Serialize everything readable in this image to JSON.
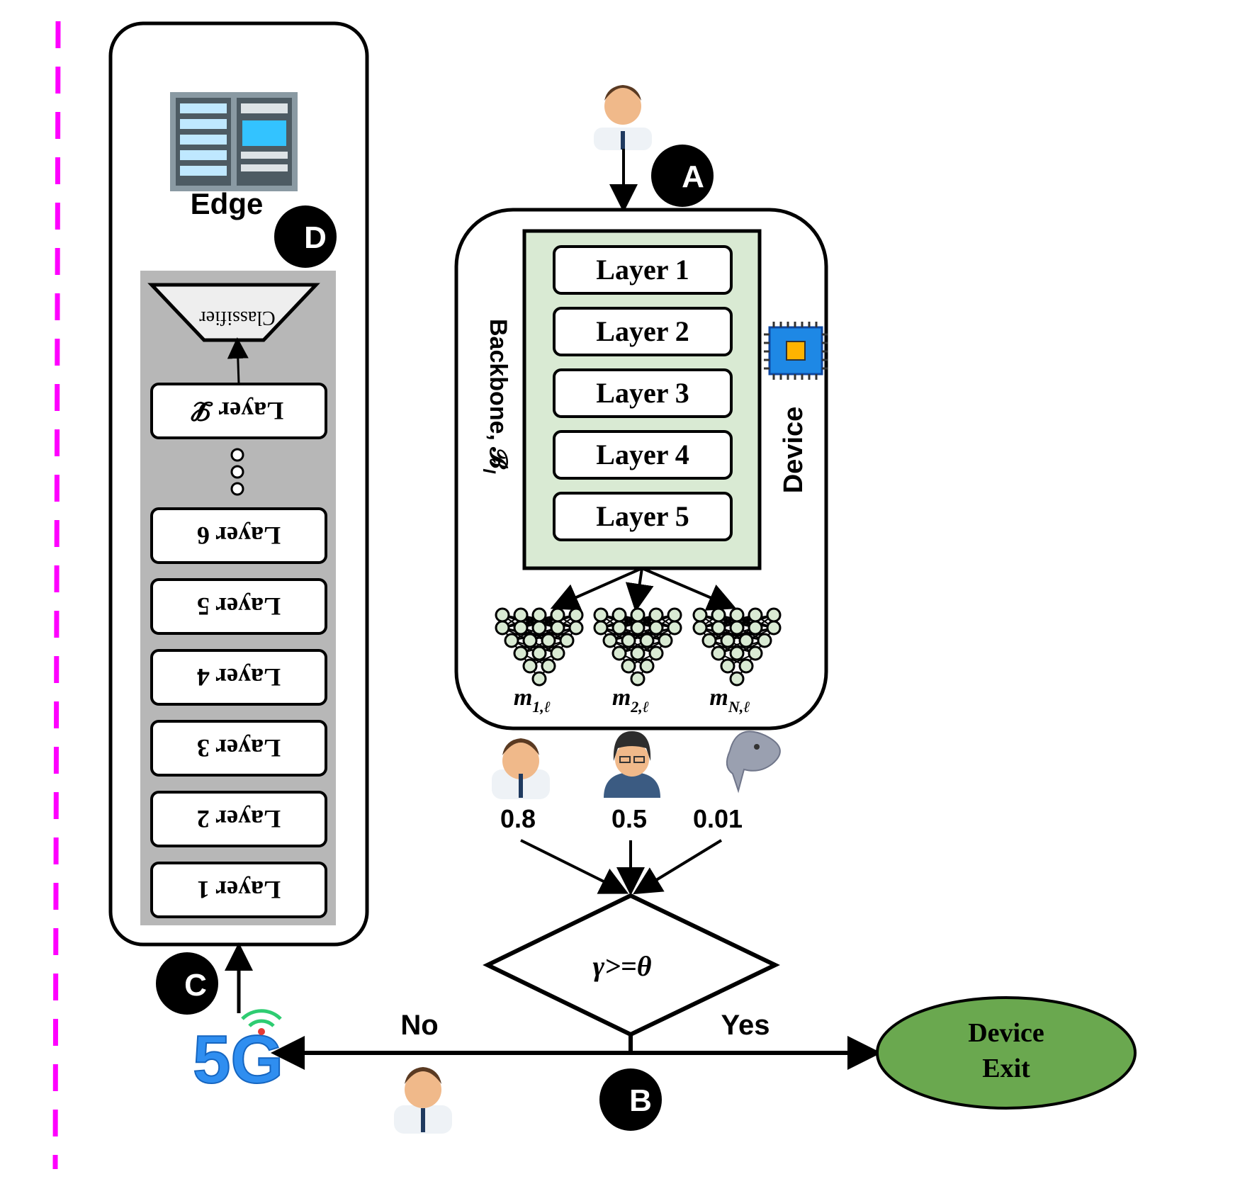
{
  "colors": {
    "dashed_line": "#ff00ff",
    "backbone_fill": "#d9ead3",
    "edge_panel_fill": "#b7b7b7",
    "exit_fill": "#6aa84f",
    "neuron_fill": "#d9ead3",
    "badge_fill": "#000000",
    "classifier_fill": "#eeeeee"
  },
  "edge": {
    "title": "Edge",
    "badge": "D",
    "classifier_label": "Classifier",
    "layers": [
      "Layer 1",
      "Layer 2",
      "Layer 3",
      "Layer 4",
      "Layer 5",
      "Layer 6"
    ],
    "last_layer": "Layer 𝓛",
    "icon": "server-rack-icon"
  },
  "device": {
    "label": "Device",
    "badge": "A",
    "backbone_label": "Backbone, 𝓑",
    "backbone_subscript": "l",
    "layers": [
      "Layer 1",
      "Layer 2",
      "Layer 3",
      "Layer 4",
      "Layer 5"
    ],
    "icon": "chip-icon",
    "heads": [
      {
        "m": "m",
        "sub": "1,ℓ"
      },
      {
        "m": "m",
        "sub": "2,ℓ"
      },
      {
        "m": "m",
        "sub": "N,ℓ"
      }
    ]
  },
  "scores": [
    {
      "value": "0.8",
      "icon": "man-avatar-icon"
    },
    {
      "value": "0.5",
      "icon": "woman-avatar-icon"
    },
    {
      "value": "0.01",
      "icon": "fish-icon"
    }
  ],
  "decision": {
    "condition": "γ>=θ",
    "no_label": "No",
    "yes_label": "Yes",
    "badge": "B"
  },
  "network": {
    "badge": "C",
    "icon": "5g-icon",
    "logo_text": "5G"
  },
  "exit": {
    "line1": "Device",
    "line2": "Exit"
  }
}
